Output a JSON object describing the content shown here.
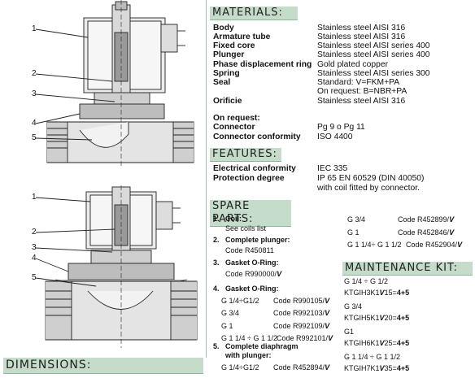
{
  "drawing": {
    "labels_top": [
      "1",
      "2",
      "3",
      "4",
      "5"
    ],
    "labels_bottom": [
      "1",
      "2",
      "3",
      "4",
      "5"
    ]
  },
  "materials": {
    "title": "MATERIALS:",
    "rows": [
      {
        "k": "Body",
        "v": "Stainless steel  AISI 316"
      },
      {
        "k": "Armature tube",
        "v": "Stainless steel  AISI 316"
      },
      {
        "k": "Fixed core",
        "v": "Stainless steel  AISI series 400"
      },
      {
        "k": "Plunger",
        "v": "Stainless steel  AISI series 400"
      },
      {
        "k": "Phase displacement ring",
        "v": "Gold plated copper"
      },
      {
        "k": "Spring",
        "v": "Stainless steel  AISI series 300"
      },
      {
        "k": "Seal",
        "v": "Standard:     V=FKM+PA"
      },
      {
        "k": "",
        "v": "On request: B=NBR+PA"
      },
      {
        "k": "Orificie",
        "v": "Stainless steel  AISI 316"
      },
      {
        "k": "",
        "v": ""
      },
      {
        "k": "On request:",
        "v": ""
      },
      {
        "k": "Connector",
        "v": "Pg 9 o Pg 11"
      },
      {
        "k": "Connector conformity",
        "v": "ISO 4400"
      }
    ]
  },
  "features": {
    "title": "FEATURES:",
    "rows": [
      {
        "k": "Electrical conformity",
        "v": "IEC 335"
      },
      {
        "k": "Protection degree",
        "v": "IP 65 EN 60529 (DIN 40050)"
      },
      {
        "k": "",
        "v": "with coil fitted by connector."
      }
    ]
  },
  "spare": {
    "title": "SPARE PARTS:",
    "i1n": "1.",
    "i1t": "Coil:",
    "i1s": "See coils list",
    "i2n": "2.",
    "i2t": "Complete plunger:",
    "i2s": "Code R450811",
    "i3n": "3.",
    "i3t": "Gasket O-Ring:",
    "i3s": "Code R990000/",
    "i4n": "4.",
    "i4t": "Gasket O-Ring:",
    "i4r": [
      {
        "size": "G 1/4÷G1/2",
        "code": "Code R990105/"
      },
      {
        "size": "G 3/4",
        "code": "Code R992103/"
      },
      {
        "size": "G 1",
        "code": "Code R992109/"
      },
      {
        "size": "G 1 1/4 ÷ G 1 1/2",
        "code": "Code R992101/"
      }
    ],
    "i5n": "5.",
    "i5t1": "Complete diaphragm",
    "i5t2": "with plunger:",
    "i5r": {
      "size": "G 1/4÷G1/2",
      "code": "Code R452894/"
    },
    "right": [
      {
        "size": "G 3/4",
        "code": "Code R452899/"
      },
      {
        "size": "G 1",
        "code": "Code R452846/"
      },
      {
        "size": "G 1 1/4÷ G 1 1/2",
        "code": "Code R452904/"
      }
    ],
    "v": "V"
  },
  "maintenance": {
    "title": "MAINTENANCE KIT:",
    "items": [
      {
        "size": "G 1/4 ÷ G 1/2",
        "code": "KTGIH3K1",
        "v": "V",
        "mid": "15=",
        "bold": "4+5"
      },
      {
        "size": "G 3/4",
        "code": "KTGIH5K1",
        "v": "V",
        "mid": "20=",
        "bold": "4+5"
      },
      {
        "size": "G1",
        "code": "KTGIH6K1",
        "v": "V",
        "mid": "25=",
        "bold": "4+5"
      },
      {
        "size": "G 1 1/4 ÷ G 1 1/2",
        "code": "KTGIH7K1",
        "v": "V",
        "mid": "35=",
        "bold": "4+5"
      }
    ]
  },
  "dimensions": {
    "title": "DIMENSIONS:"
  },
  "colors": {
    "header_bg": "#c5dccb",
    "header_border": "#8fb59b"
  }
}
